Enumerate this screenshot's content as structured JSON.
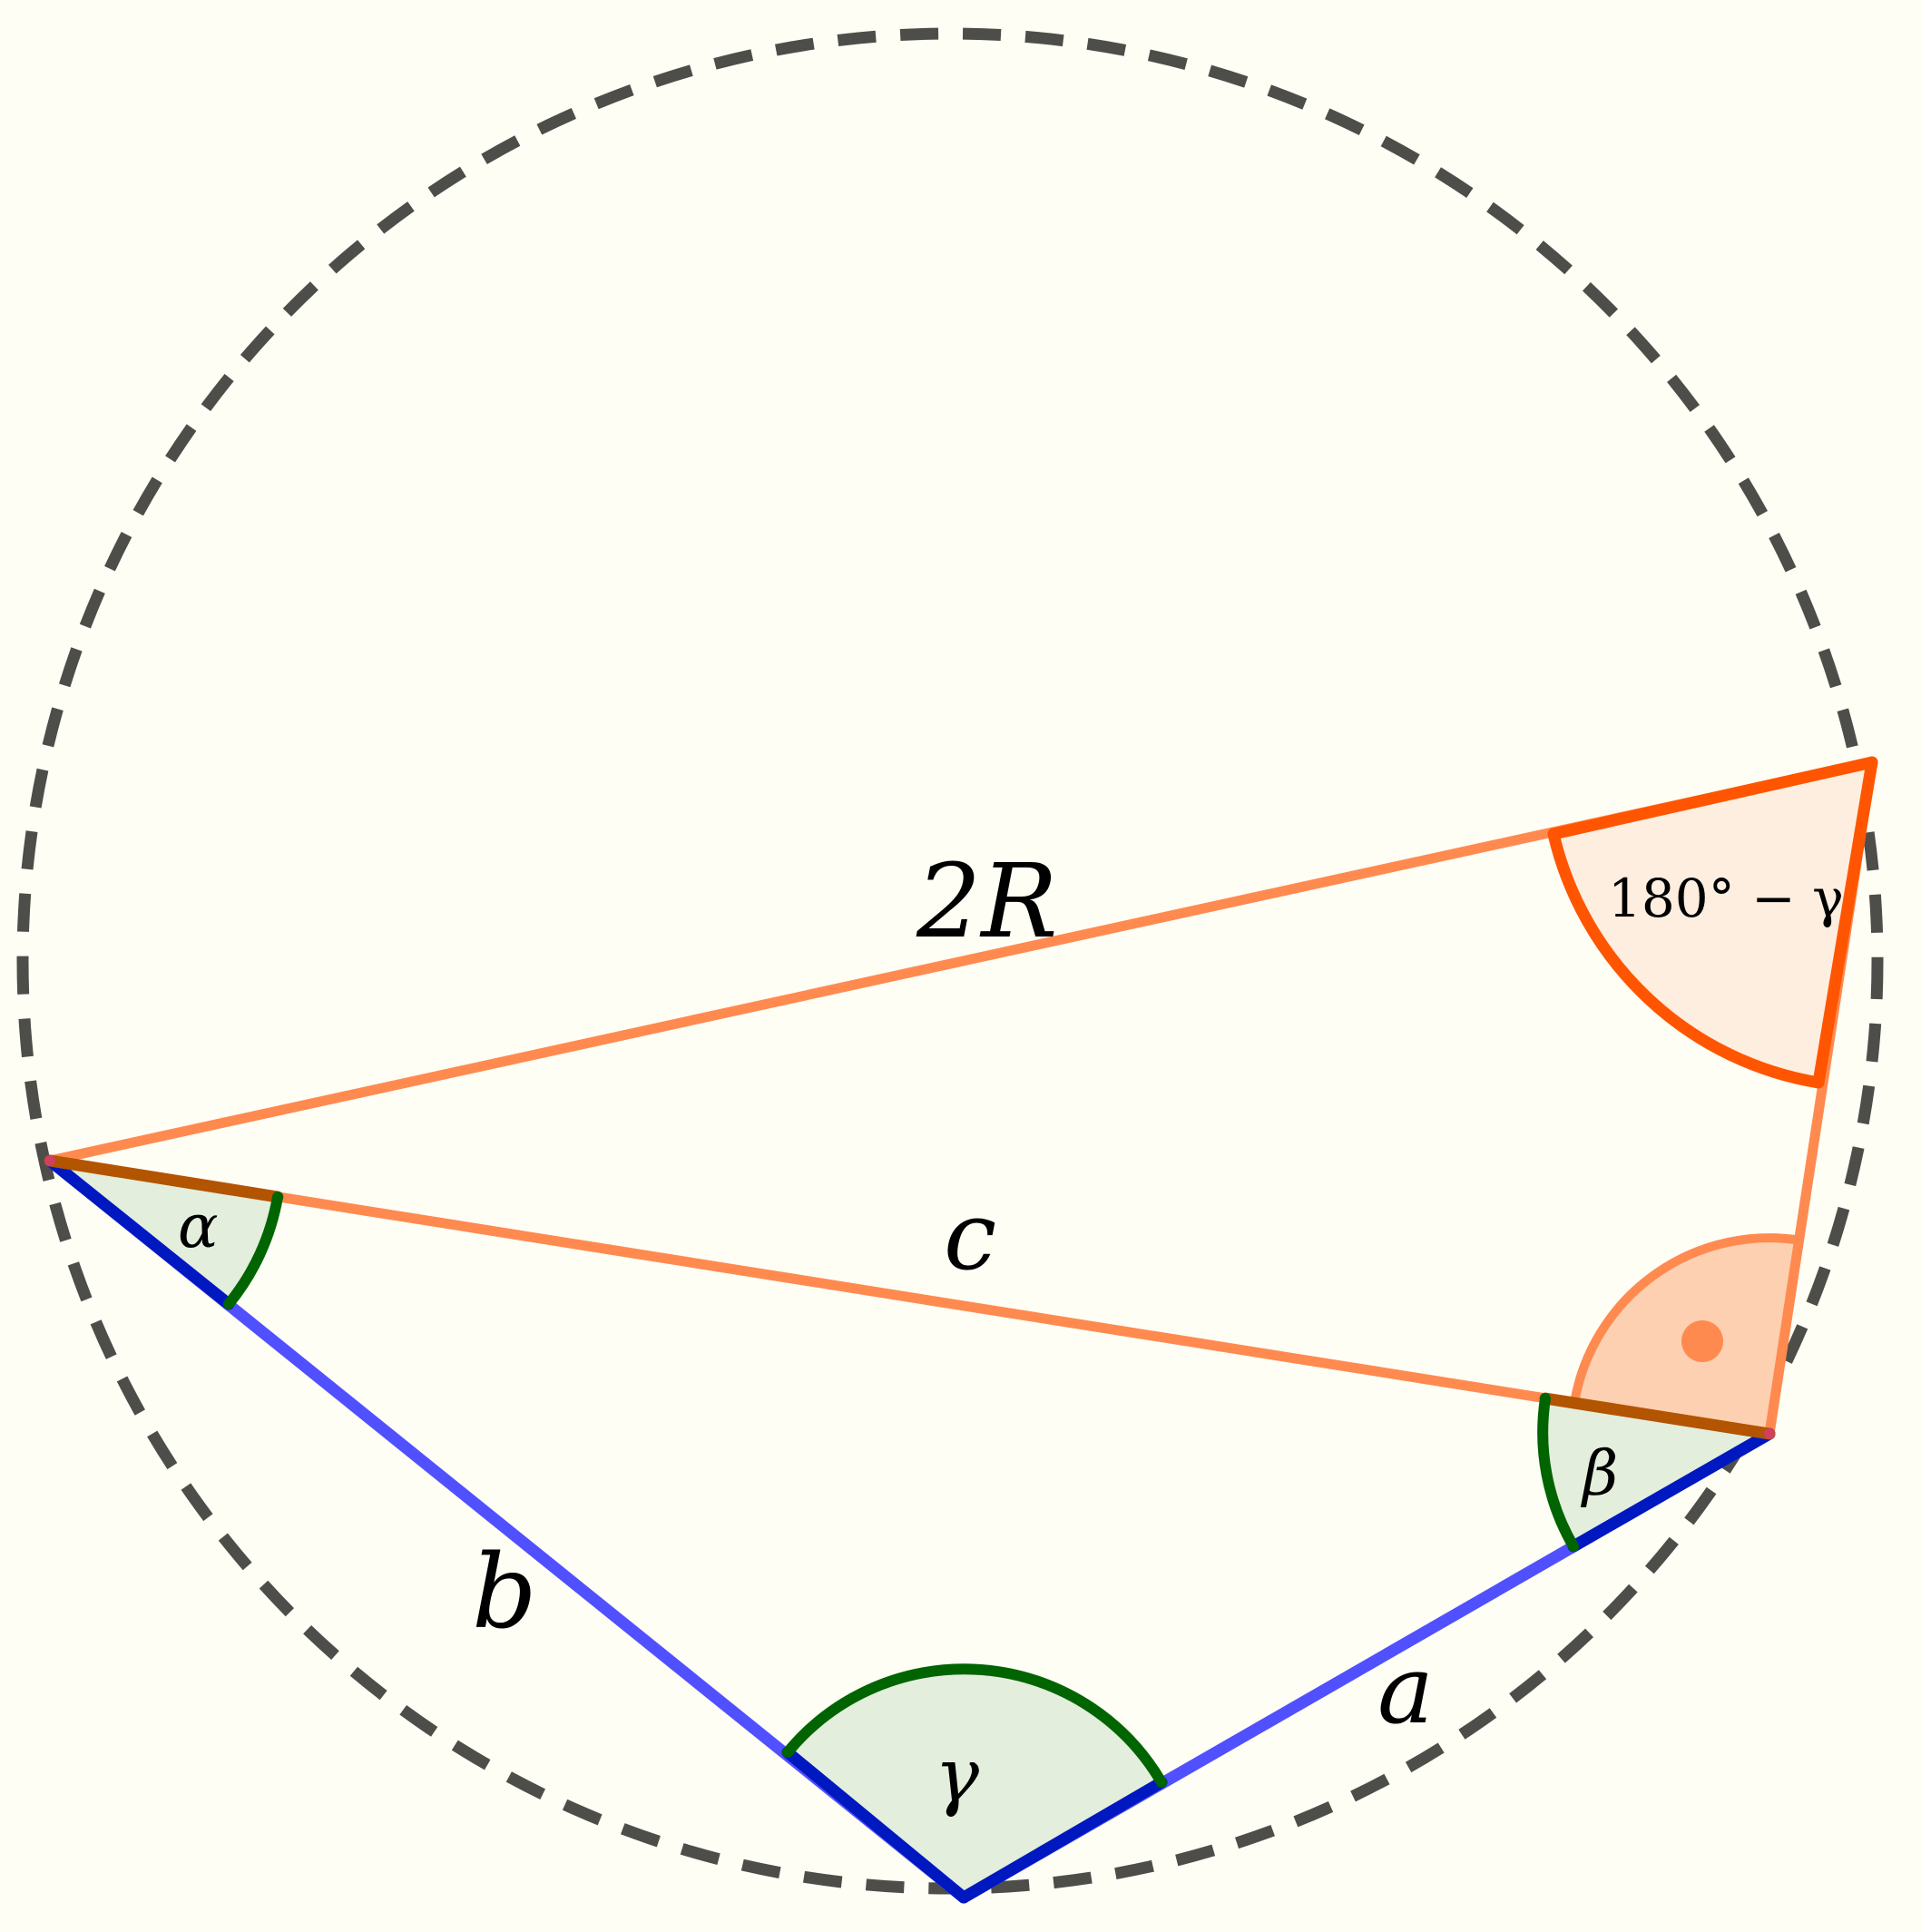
{
  "labels": {
    "two_r": "2R",
    "side_a": "a",
    "side_b": "b",
    "side_c": "c",
    "angle_alpha": "α",
    "angle_beta": "β",
    "angle_gamma": "γ",
    "angle_supplement": "180° − γ"
  },
  "colors": {
    "background": "#fefef5",
    "circle": "#4d4d4a",
    "side_blue_light": "#5050ff",
    "side_blue_dark": "#0018c0",
    "orange_light": "#ff8a50",
    "orange_strong": "#ff5500",
    "orange_fill": "#fdeee0",
    "angle_green": "#006400",
    "angle_green_fill": "#e3eedc",
    "right_angle_fill": "#fcd0b0",
    "right_angle_dot": "#ff8a50",
    "overlap_brown": "#b35400"
  }
}
